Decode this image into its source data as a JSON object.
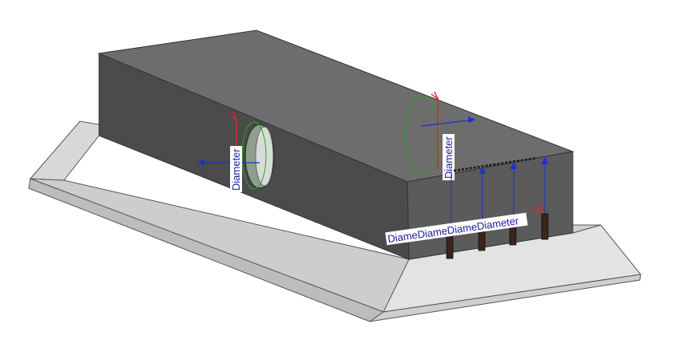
{
  "viewport": {
    "background": "#ffffff",
    "colors": {
      "base_top": "#cfcfcf",
      "base_front": "#e6e6e6",
      "block_top": "#6f6f6f",
      "block_front": "#4a4a4a",
      "block_side": "#5e5e5e",
      "dimension_line": "#1f2fd0",
      "circle_green": "#2aa52a",
      "handle_red": "#e0232a",
      "rebar": "#3a2518"
    },
    "labels": {
      "diameter_left": "Diameter",
      "diameter_right": "Diameter",
      "diameter_row": "DiameDiameDiameDiameter"
    }
  }
}
